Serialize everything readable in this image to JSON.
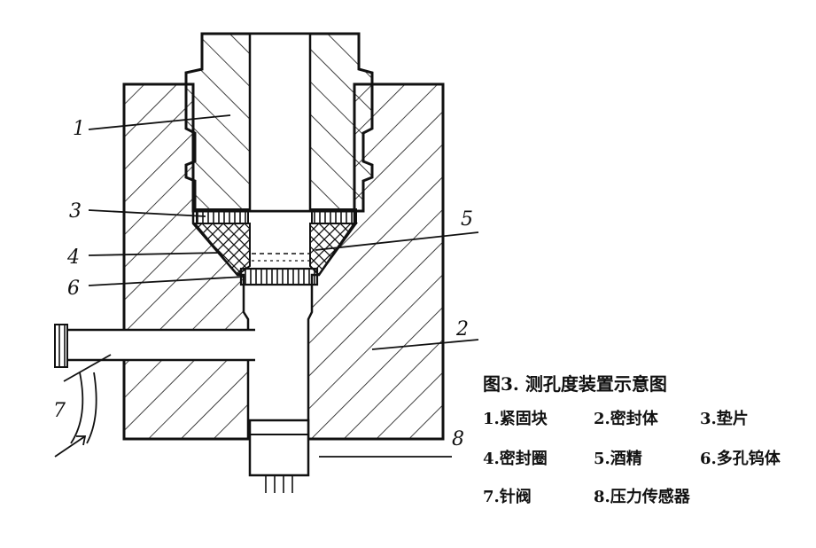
{
  "labels": {
    "n1": "1",
    "n2": "2",
    "n3": "3",
    "n4": "4",
    "n5": "5",
    "n6": "6",
    "n7": "7",
    "n8": "8"
  },
  "caption": "图3. 测孔度装置示意图",
  "legend": {
    "row1": [
      "1.紧固块",
      "2.密封体",
      "3.垫片"
    ],
    "row2": [
      "4.密封圈",
      "5.酒精",
      "6.多孔钨体"
    ],
    "row3": [
      "7.针阀",
      "8.压力传感器"
    ]
  },
  "colors": {
    "ink": "#111111",
    "paper": "#ffffff"
  }
}
